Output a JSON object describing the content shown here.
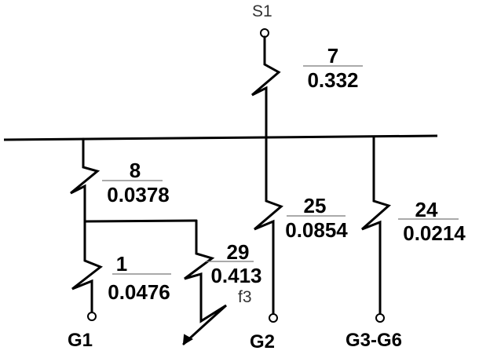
{
  "source_label": "S1",
  "fault_label": "f3",
  "generators": {
    "g1": "G1",
    "g2": "G2",
    "g3g6": "G3-G6"
  },
  "branches": [
    {
      "id": "7",
      "number": "7",
      "value": "0.332"
    },
    {
      "id": "8",
      "number": "8",
      "value": "0.0378"
    },
    {
      "id": "25",
      "number": "25",
      "value": "0.0854"
    },
    {
      "id": "24",
      "number": "24",
      "value": "0.0214"
    },
    {
      "id": "1",
      "number": "1",
      "value": "0.0476"
    },
    {
      "id": "29",
      "number": "29",
      "value": "0.413"
    }
  ]
}
